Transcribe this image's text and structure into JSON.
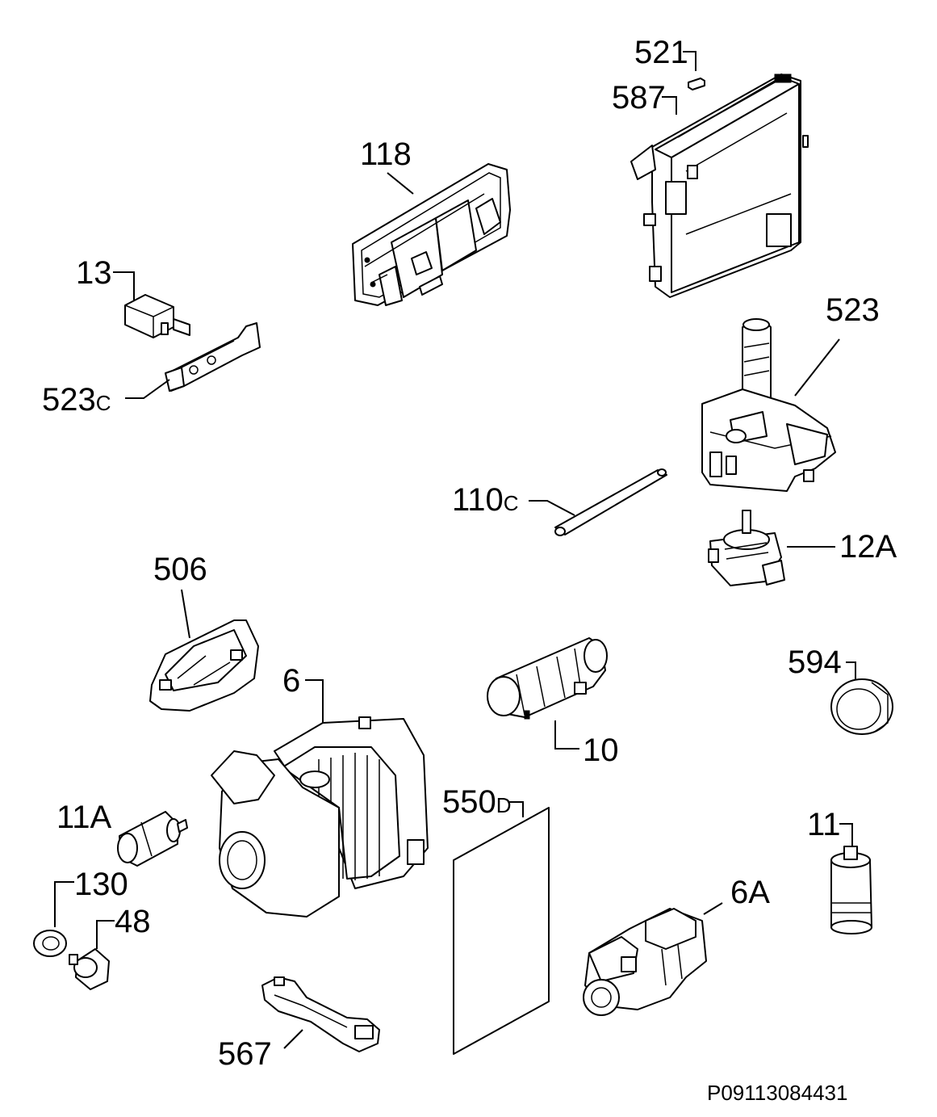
{
  "diagram": {
    "reference_code": "P09113084431",
    "parts": [
      {
        "id": "p521",
        "number": "521"
      },
      {
        "id": "p587",
        "number": "587"
      },
      {
        "id": "p118",
        "number": "118"
      },
      {
        "id": "p13",
        "number": "13"
      },
      {
        "id": "p523c",
        "number": "523",
        "suffix": "C"
      },
      {
        "id": "p523",
        "number": "523"
      },
      {
        "id": "p110c",
        "number": "110",
        "suffix": "C"
      },
      {
        "id": "p12a",
        "number": "12A"
      },
      {
        "id": "p506",
        "number": "506"
      },
      {
        "id": "p6",
        "number": "6"
      },
      {
        "id": "p10",
        "number": "10"
      },
      {
        "id": "p594",
        "number": "594"
      },
      {
        "id": "p11a",
        "number": "11A"
      },
      {
        "id": "p550d",
        "number": "550",
        "suffix": "D"
      },
      {
        "id": "p11",
        "number": "11"
      },
      {
        "id": "p130",
        "number": "130"
      },
      {
        "id": "p48",
        "number": "48"
      },
      {
        "id": "p6a",
        "number": "6A"
      },
      {
        "id": "p567",
        "number": "567"
      }
    ]
  }
}
